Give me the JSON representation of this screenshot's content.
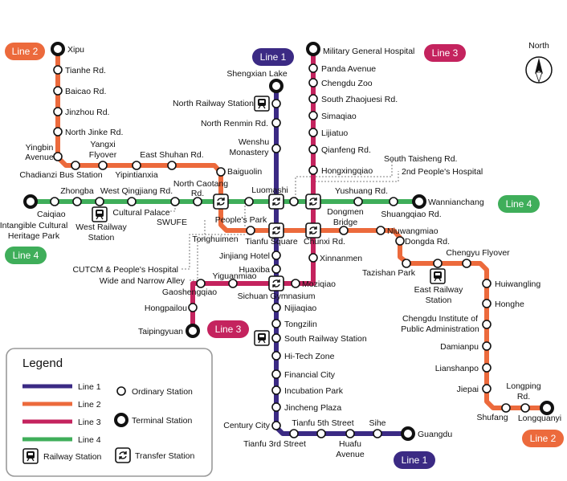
{
  "lines": {
    "line1": {
      "name": "Line 1",
      "color": "#3b2a84"
    },
    "line2": {
      "name": "Line 2",
      "color": "#ec6a3c"
    },
    "line3": {
      "name": "Line 3",
      "color": "#c4235e"
    },
    "line4": {
      "name": "Line 4",
      "color": "#3fae5a"
    }
  },
  "badges": [
    "Line 2",
    "Line 1",
    "Line 3",
    "Line 4",
    "Line 4",
    "Line 3",
    "Line 2",
    "Line 1"
  ],
  "compass": "North",
  "legend": {
    "title": "Legend",
    "lines": [
      "Line 1",
      "Line 2",
      "Line 3",
      "Line 4"
    ],
    "ordinary": "Ordinary Station",
    "terminal": "Terminal Station",
    "railway": "Railway Station",
    "transfer": "Transfer Station"
  },
  "labels": [
    "Xipu",
    "Tianhe Rd.",
    "Baicao Rd.",
    "Jinzhou Rd.",
    "North Jinke Rd.",
    "Yingbin",
    "Avenue",
    "Yangxi",
    "Flyover",
    "East Shuhan Rd.",
    "Chadianzi Bus Station",
    "Yipintianxia",
    "Baiguolin",
    "Shengxian Lake",
    "North Railway Station",
    "North Renmin Rd.",
    "Wenshu",
    "Monastery",
    "Luomashi",
    "Military General Hospital",
    "Panda Avenue",
    "Chengdu Zoo",
    "South Zhaojuesi Rd.",
    "Simaqiao",
    "Lijiatuo",
    "Qianfeng Rd.",
    "Hongxingqiao",
    "South Taisheng Rd.",
    "2nd People's Hospital",
    "Zhongba",
    "West Qingjiang Rd.",
    "North Caotang",
    "Rd.",
    "Caiqiao",
    "Intangible Cultural",
    "Heritage Park",
    "Cultural Palace",
    "West Railway",
    "Station",
    "SWUFE",
    "Yushuang Rd.",
    "Wannianchang",
    "Shuangqiao Rd.",
    "People's Park",
    "Tonghuimen",
    "Tianfu Square",
    "Chunxi Rd.",
    "Dongmen",
    "Bridge",
    "Niuwangmiao",
    "Dongda Rd.",
    "Xinnanmen",
    "CUTCM & People's Hospital",
    "Wide and Narrow Alley",
    "Jinjiang Hotel",
    "Huaxiba",
    "Yiguanmiao",
    "Gaoshengqiao",
    "Moziqiao",
    "Sichuan Gymnasium",
    "Hongpailou",
    "Taipingyuan",
    "Nijiaqiao",
    "Tongzilin",
    "South Railway Station",
    "Hi-Tech Zone",
    "Financial City",
    "Incubation Park",
    "Jincheng Plaza",
    "Century City",
    "Tianfu 5th Street",
    "Tianfu 3rd Street",
    "Huafu",
    "Avenue",
    "Sihe",
    "Guangdu",
    "Chengyu Flyover",
    "Tazishan Park",
    "East Railway",
    "Station",
    "Huiwangling",
    "Honghe",
    "Chengdu Institute of",
    "Public Administration",
    "Damianpu",
    "Lianshanpo",
    "Jiepai",
    "Longping",
    "Rd.",
    "Shufang",
    "Longquanyi"
  ]
}
